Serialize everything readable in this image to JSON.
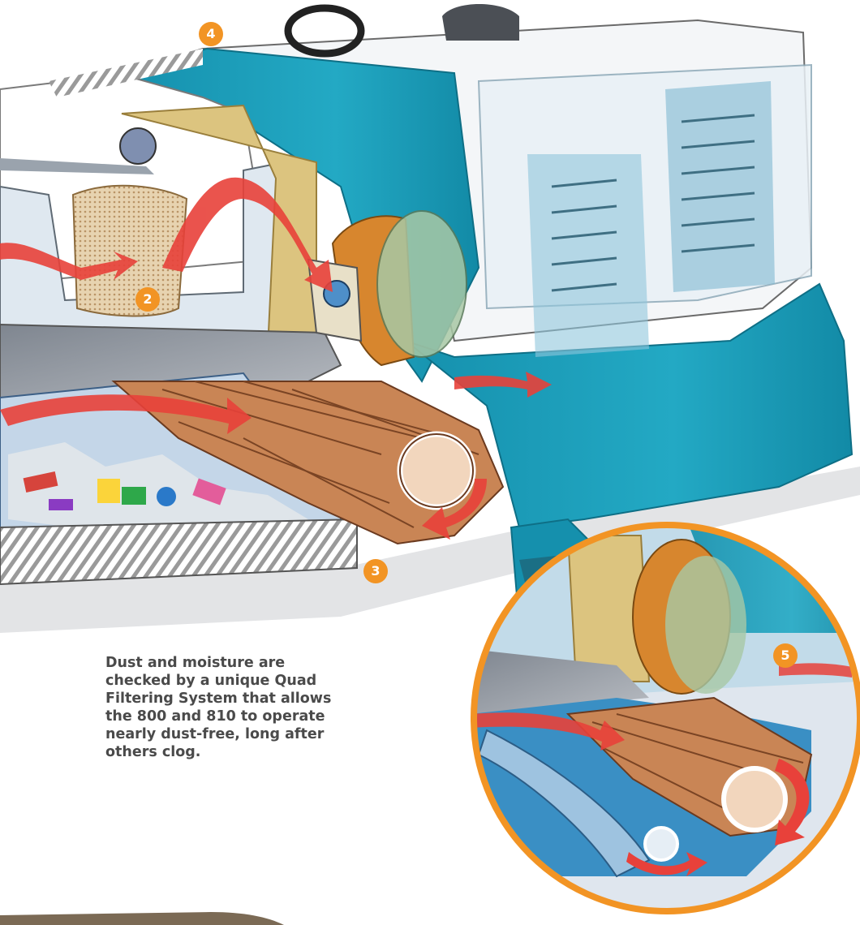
{
  "callouts": {
    "badge_2": "2",
    "badge_3": "3",
    "badge_4": "4",
    "badge_5": "5"
  },
  "caption": "Dust and moisture are checked by a unique Quad Filtering System that allows the 800 and 810 to operate nearly dust-free, long after others clog.",
  "colors": {
    "body_teal": "#1ea1bd",
    "callout_orange": "#f29424",
    "airflow_red": "#e8413a",
    "brush_wood": "#c98555",
    "filter_tan": "#d9c18e"
  }
}
